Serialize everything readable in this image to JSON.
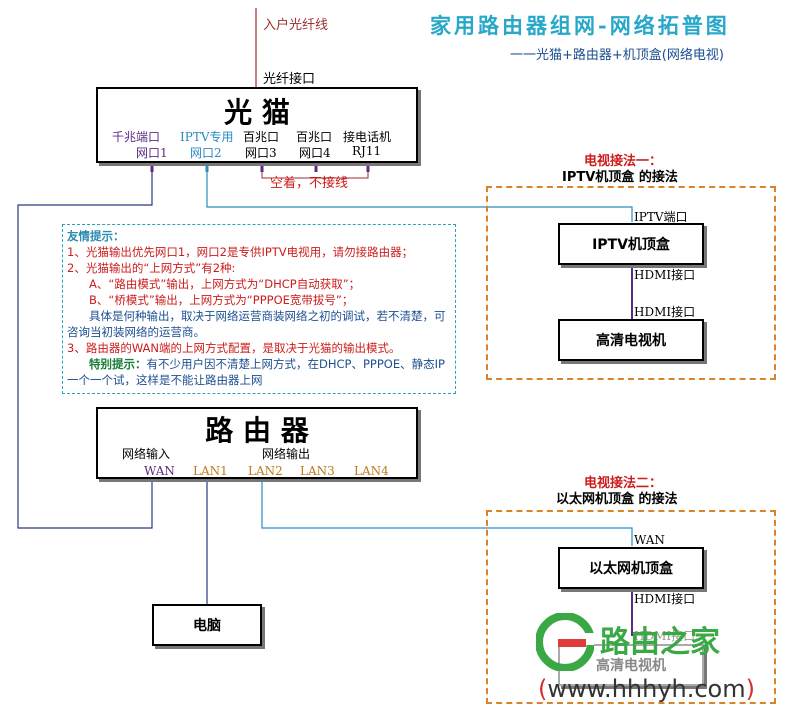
{
  "title": "家用路由器组网-网络拓普图",
  "subtitle": "一一光猫+路由器+机顶盒(网络电视)",
  "fiber_in": "入户光纤线",
  "fiber_port": "光纤接口",
  "modem": {
    "name": "光 猫",
    "ports": [
      {
        "top": "千兆端口",
        "bottom": "网口1"
      },
      {
        "top": "IPTV专用",
        "bottom": "网口2"
      },
      {
        "top": "百兆口",
        "bottom": "网口3"
      },
      {
        "top": "百兆口",
        "bottom": "网口4"
      },
      {
        "top": "接电话机",
        "bottom": "RJ11"
      }
    ],
    "unused_note": "空着，不接线"
  },
  "tips": {
    "heading": "友情提示：",
    "line1": "1、光猫输出优先网口1，网口2是专供IPTV电视用，请勿接路由器；",
    "line2": "2、光猫输出的“上网方式”有2种:",
    "line3": "A、“路由模式”输出，上网方式为“DHCP自动获取”；",
    "line4": "B、“桥模式”输出，上网方式为“PPPOE宽带拔号”；",
    "line5": "具体是何种输出，取决于网络运营商装网络之初的调试，若不清楚，可咨询当初装网络的运营商。",
    "line6": "3、路由器的WAN端的上网方式配置，是取决于光猫的输出模式。",
    "special_label": "特别提示：",
    "special_text": "有不少用户因不清楚上网方式，在DHCP、PPPOE、静态IP 一个一个试，这样是不能让路由器上网"
  },
  "router": {
    "name": "路 由 器",
    "wan_in": "网络输入",
    "lan_out": "网络输出",
    "ports": [
      "WAN",
      "LAN1",
      "LAN2",
      "LAN3",
      "LAN4"
    ]
  },
  "pc": "电脑",
  "tv1": {
    "heading": "电视接法一：",
    "subheading": "IPTV机顶盒 的接法",
    "in_port": "IPTV端口",
    "box": "IPTV机顶盒",
    "hdmi_out": "HDMI接口",
    "hdmi_in": "HDMI接口",
    "tv": "高清电视机"
  },
  "tv2": {
    "heading": "电视接法二：",
    "subheading": "以太网机顶盒 的接法",
    "in_port": "WAN",
    "box": "以太网机顶盒",
    "hdmi_out": "HDMI接口",
    "hdmi_in": "HDMI接口",
    "tv": "高清电视机"
  },
  "watermark": {
    "brand": "路由之家",
    "url_open": "(",
    "url": "www.hhhyh.com",
    "url_close": ")"
  }
}
